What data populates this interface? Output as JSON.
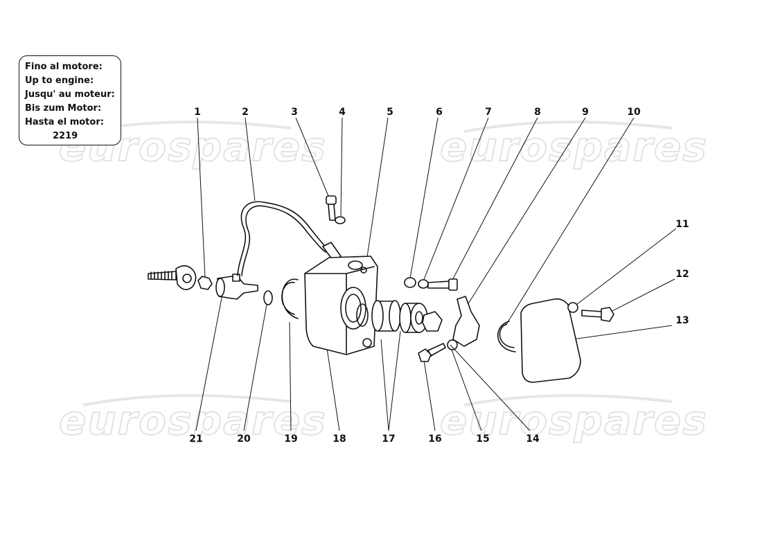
{
  "note": {
    "lines": [
      "Fino al motore:",
      "Up to engine:",
      "Jusqu' au moteur:",
      "Bis zum Motor:",
      "Hasta el motor:"
    ],
    "number": "2219"
  },
  "watermark": "eurospares",
  "labels": [
    "1",
    "2",
    "3",
    "4",
    "5",
    "6",
    "7",
    "8",
    "9",
    "10",
    "11",
    "12",
    "13",
    "14",
    "15",
    "16",
    "17",
    "18",
    "19",
    "20",
    "21"
  ]
}
